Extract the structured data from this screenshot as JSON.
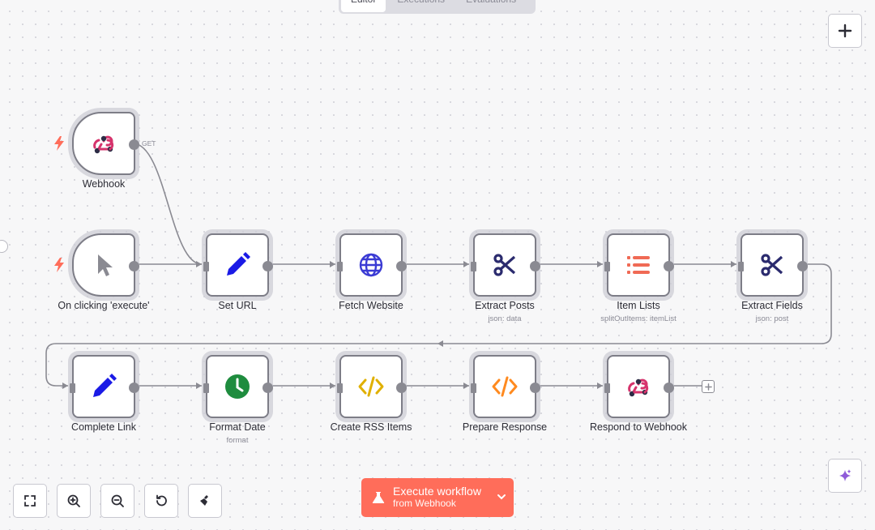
{
  "tabs": [
    {
      "label": "Editor",
      "active": true
    },
    {
      "label": "Executions",
      "active": false
    },
    {
      "label": "Evaluations",
      "active": false
    }
  ],
  "nodes": {
    "webhook": {
      "label": "Webhook",
      "icon": "webhook-icon",
      "port_label": "GET"
    },
    "manual": {
      "label": "On clicking 'execute'",
      "icon": "cursor-pointer-icon"
    },
    "set_url": {
      "label": "Set URL",
      "icon": "pencil-icon"
    },
    "fetch": {
      "label": "Fetch Website",
      "icon": "globe-icon"
    },
    "extract_posts": {
      "label": "Extract Posts",
      "sub": "json: data",
      "icon": "scissors-icon"
    },
    "item_lists": {
      "label": "Item Lists",
      "sub": "splitOutItems: itemList",
      "icon": "list-icon"
    },
    "extract_fields": {
      "label": "Extract Fields",
      "sub": "json: post",
      "icon": "scissors-icon"
    },
    "complete_link": {
      "label": "Complete Link",
      "icon": "pencil-icon"
    },
    "format_date": {
      "label": "Format Date",
      "sub": "format",
      "icon": "clock-icon"
    },
    "rss_items": {
      "label": "Create RSS Items",
      "icon": "code-icon"
    },
    "prepare": {
      "label": "Prepare Response",
      "icon": "code-icon"
    },
    "respond": {
      "label": "Respond to Webhook",
      "icon": "webhook-icon"
    }
  },
  "execute": {
    "main": "Execute workflow",
    "from_prefix": "from",
    "from_node": "Webhook"
  },
  "colors": {
    "accent": "#ff6d5a",
    "pencil": "#1a1ae6",
    "globe": "#3b3bd4",
    "scissors": "#2b2b6e",
    "list": "#f06a55",
    "clock": "#1e8c3e",
    "code_yellow": "#e0b000",
    "code_orange": "#ff8a1f",
    "webhook_pink": "#d6336c"
  }
}
